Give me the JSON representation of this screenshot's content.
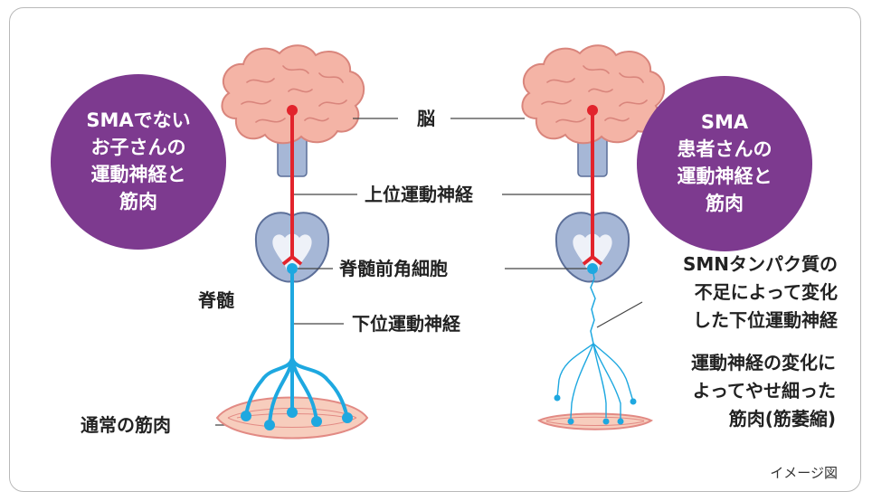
{
  "left_circle": {
    "lines": [
      "SMAでない",
      "お子さんの",
      "運動神経と",
      "筋肉"
    ]
  },
  "right_circle": {
    "lines": [
      "SMA",
      "患者さんの",
      "運動神経と",
      "筋肉"
    ]
  },
  "labels": {
    "brain": "脳",
    "upper_motor_nerve": "上位運動神経",
    "anterior_horn_cell": "脊髄前角細胞",
    "spinal_cord": "脊髄",
    "lower_motor_nerve": "下位運動神経",
    "normal_muscle": "通常の筋肉"
  },
  "right_notes": {
    "changed_nerve": [
      "SMNタンパク質の",
      "不足によって変化",
      "した下位運動神経"
    ],
    "thin_muscle": [
      "運動神経の変化に",
      "よってやせ細った",
      "筋肉(筋萎縮)"
    ]
  },
  "caption": "イメージ図",
  "colors": {
    "circle": "#7d3a8f",
    "brain_fill": "#f4b4a6",
    "brain_stroke": "#d9857c",
    "upper_nerve": "#e2242c",
    "lower_nerve": "#1ea8e0",
    "spinal_fill": "#a6b7d6",
    "spinal_stroke": "#5c6f99",
    "muscle_fill": "#f7cdbd",
    "muscle_stroke": "#e28a84"
  }
}
